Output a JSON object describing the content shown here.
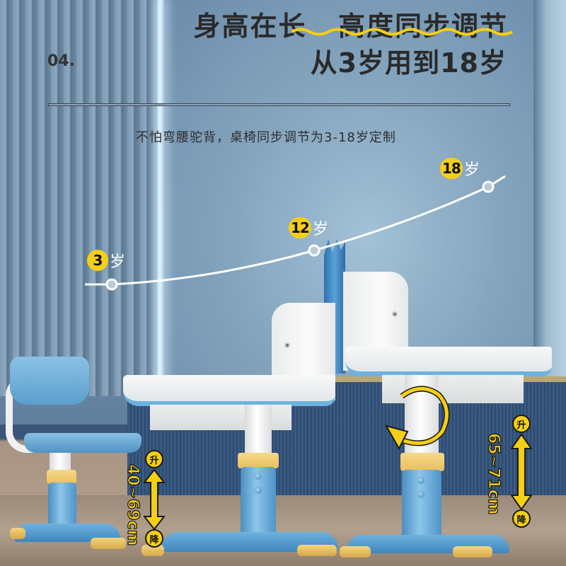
{
  "header": {
    "headline_part1": "身高在长",
    "headline_part2": "高度同步调节",
    "subheadline": "从3岁用到18岁",
    "section_number": "04.",
    "tagline": "不怕弯腰驼背，桌椅同步调节为3-18岁定制"
  },
  "growth_curve": {
    "points": [
      {
        "age_number": "3",
        "age_unit": "岁"
      },
      {
        "age_number": "12",
        "age_unit": "岁"
      },
      {
        "age_number": "18",
        "age_unit": "岁"
      }
    ]
  },
  "chair_height": {
    "up_label": "升",
    "down_label": "降",
    "range": "40~69cm"
  },
  "desk_height": {
    "up_label": "升",
    "down_label": "降",
    "range": "65~71cm"
  },
  "colors": {
    "accent_yellow": "#f4cf15",
    "headline_text": "#2a2a2a",
    "furniture_blue": "#5a9fd0",
    "wall_blue": "#86a6bf"
  }
}
